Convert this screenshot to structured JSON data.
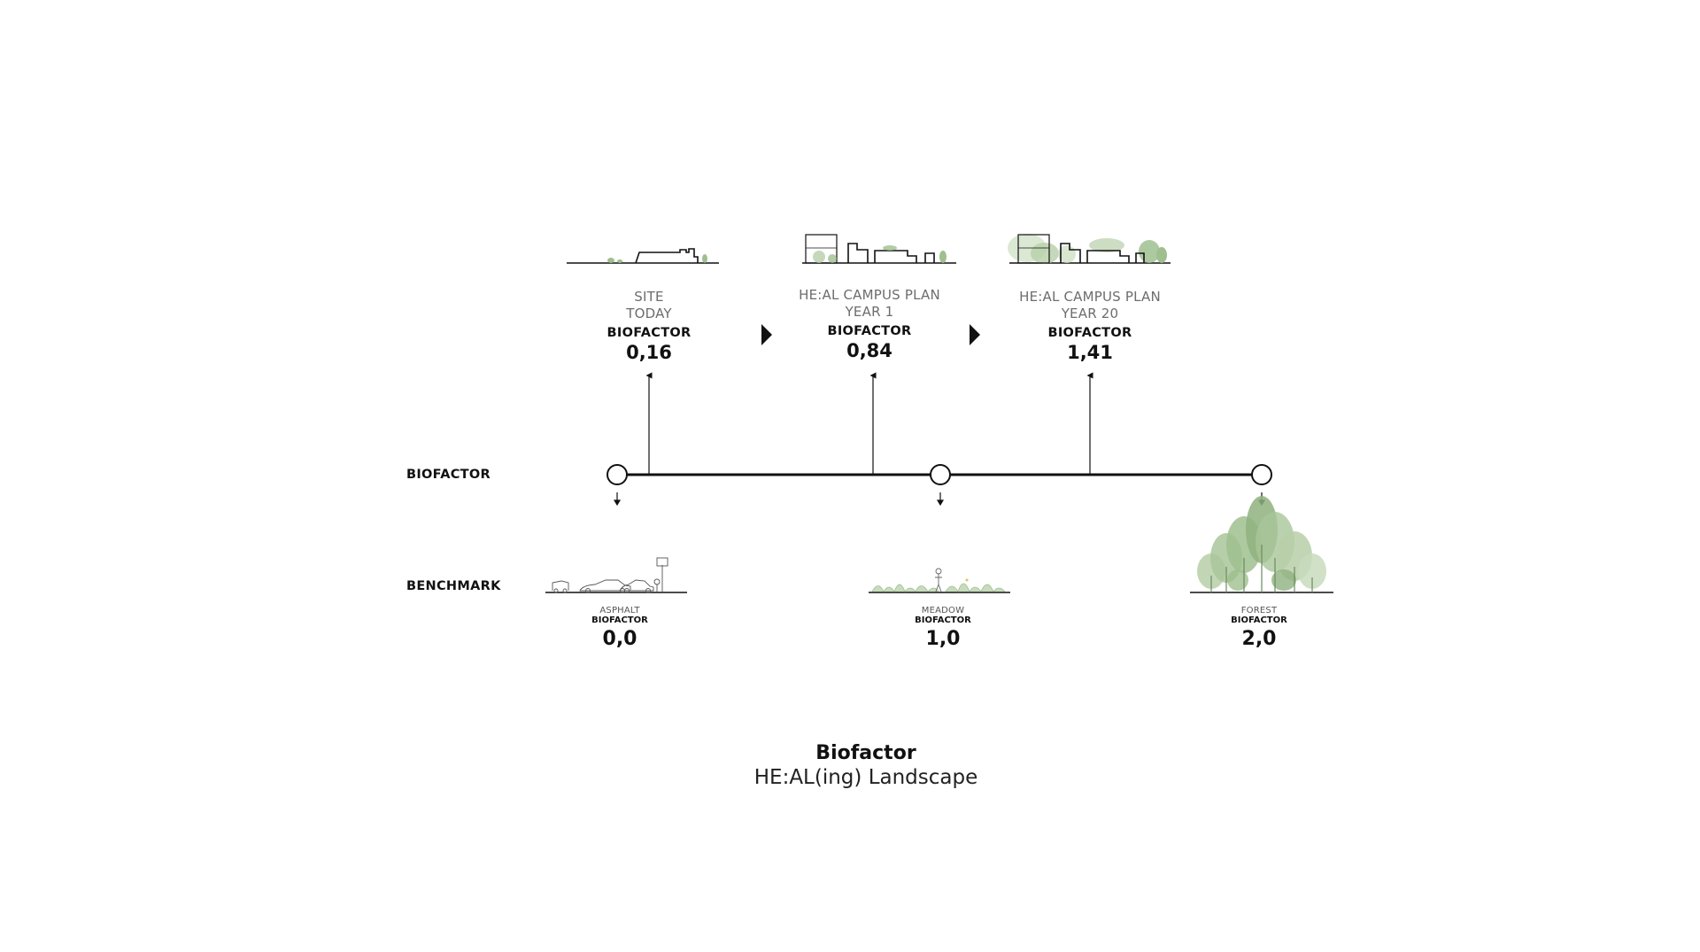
{
  "stages": [
    {
      "title_line1": "SITE",
      "title_line2": "TODAY",
      "biofactor_label": "BIOFACTOR",
      "biofactor_value": "0,16",
      "value": 0.16
    },
    {
      "title_line1": "HE:AL CAMPUS PLAN",
      "title_line2": "YEAR 1",
      "biofactor_label": "BIOFACTOR",
      "biofactor_value": "0,84",
      "value": 0.84
    },
    {
      "title_line1": "HE:AL CAMPUS PLAN",
      "title_line2": "YEAR 20",
      "biofactor_label": "BIOFACTOR",
      "biofactor_value": "1,41",
      "value": 1.41
    }
  ],
  "rows": {
    "biofactor_label": "BIOFACTOR",
    "benchmark_label": "BENCHMARK"
  },
  "benchmarks": [
    {
      "name": "ASPHALT",
      "biofactor_label": "BIOFACTOR",
      "biofactor_value": "0,0",
      "value": 0.0
    },
    {
      "name": "MEADOW",
      "biofactor_label": "BIOFACTOR",
      "biofactor_value": "1,0",
      "value": 1.0
    },
    {
      "name": "FOREST",
      "biofactor_label": "BIOFACTOR",
      "biofactor_value": "2,0",
      "value": 2.0
    }
  ],
  "caption": {
    "title": "Biofactor",
    "subtitle": "HE:AL(ing) Landscape"
  },
  "colors": {
    "line": "#111111",
    "vegetation": "#9fbf8f",
    "vegetation_dark": "#7fa46f",
    "muted_text": "#6d6d6d"
  }
}
